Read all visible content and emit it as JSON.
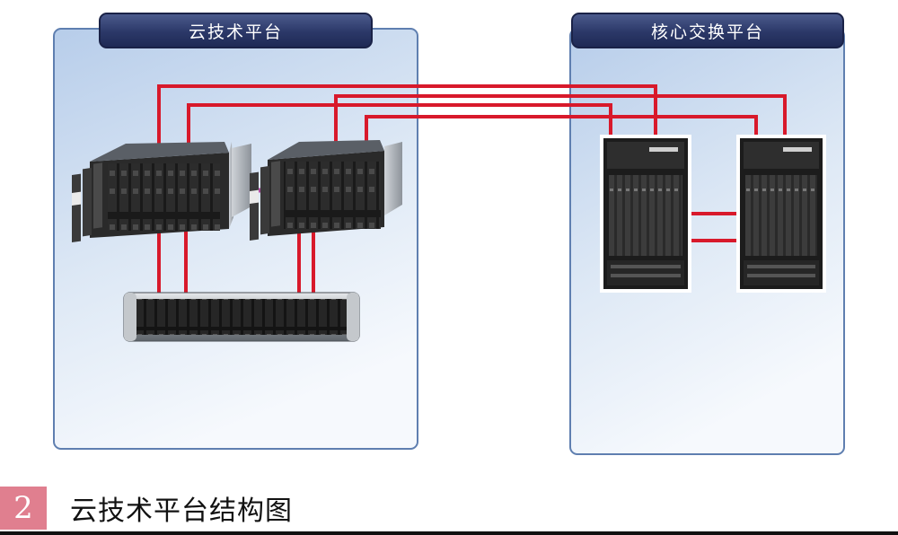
{
  "panels": {
    "left_title": "云技术平台",
    "right_title": "核心交换平台"
  },
  "caption": {
    "number": "2",
    "text": "云技术平台结构图",
    "number_color": "#e07f8f"
  },
  "colors": {
    "link": "#d8192b",
    "interconnect": "#b04aa0",
    "panel_border": "#5f7fb0",
    "title_bar": "#2b3868"
  },
  "icons": [
    "blade-server-icon",
    "storage-array-icon",
    "core-switch-icon"
  ]
}
